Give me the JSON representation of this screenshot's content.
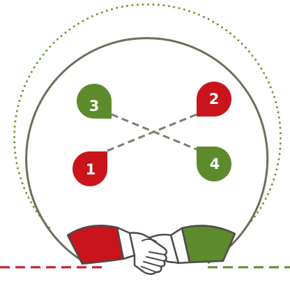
{
  "colors": {
    "red": "#c9141c",
    "green": "#5d8a2a",
    "ring": "#6b6f5a",
    "dots": "#6a9a30",
    "connector": "#7a7d6a",
    "outline": "#4a4a4a"
  },
  "markers": [
    {
      "label": "1",
      "color": "red",
      "icon": "teardrop-marker"
    },
    {
      "label": "2",
      "color": "red",
      "icon": "teardrop-marker"
    },
    {
      "label": "3",
      "color": "green",
      "icon": "teardrop-marker"
    },
    {
      "label": "4",
      "color": "green",
      "icon": "teardrop-marker"
    }
  ],
  "connections": [
    [
      "3",
      "4"
    ],
    [
      "1",
      "2"
    ]
  ],
  "icons": {
    "center": "handshake-icon"
  }
}
